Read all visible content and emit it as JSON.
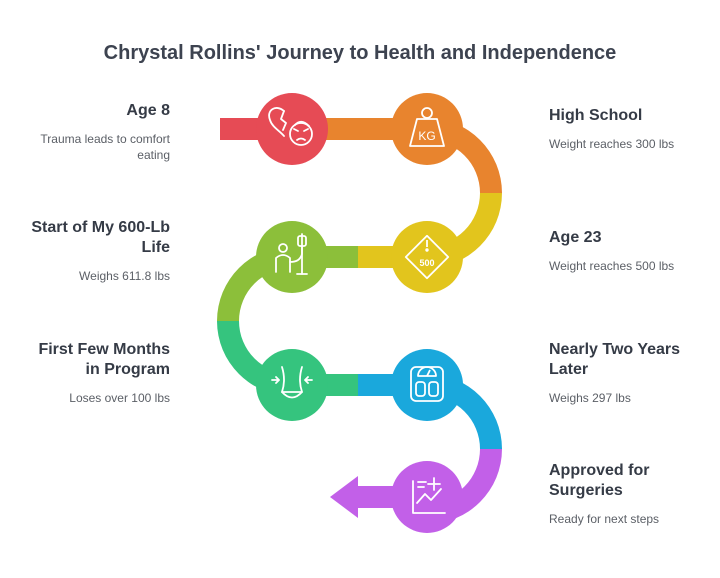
{
  "title": "Chrystal Rollins' Journey to Health and Independence",
  "steps": [
    {
      "heading": "Age 8",
      "description": "Trauma leads to comfort eating",
      "color": "#e64b55",
      "icon": "broken-heart-face-icon"
    },
    {
      "heading": "High School",
      "description": "Weight reaches 300 lbs",
      "color": "#e8842e",
      "icon": "kg-weight-icon"
    },
    {
      "heading": "Age 23",
      "description": "Weight reaches 500 lbs",
      "color": "#e2c51d",
      "icon": "500-warning-sign-icon",
      "icon_text": "500"
    },
    {
      "heading": "Start of My 600-Lb Life",
      "description": "Weighs 611.8 lbs",
      "color": "#8cbf3a",
      "icon": "patient-iv-drip-icon"
    },
    {
      "heading": "First Few Months in Program",
      "description": "Loses over 100 lbs",
      "color": "#35c47e",
      "icon": "waist-slimming-icon"
    },
    {
      "heading": "Nearly Two Years Later",
      "description": "Weighs 297 lbs",
      "color": "#1aa8dc",
      "icon": "bathroom-scale-icon"
    },
    {
      "heading": "Approved for Surgeries",
      "description": "Ready for next steps",
      "color": "#c260e8",
      "icon": "medical-chart-icon"
    }
  ]
}
